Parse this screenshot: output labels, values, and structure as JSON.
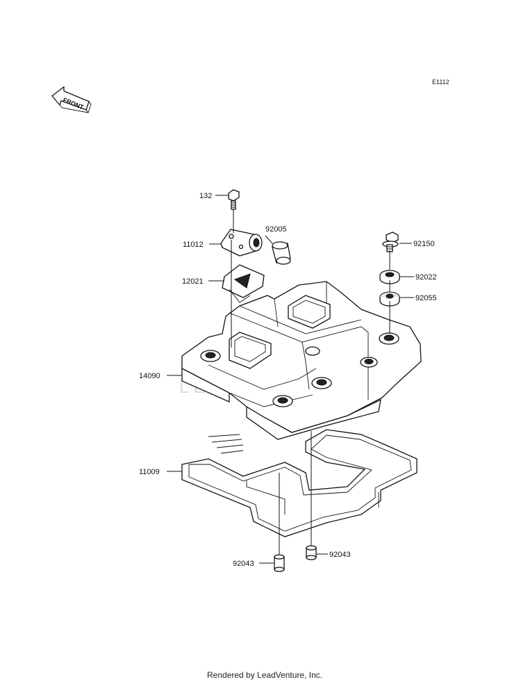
{
  "diagram_code": "E1112",
  "front_label": "FRONT",
  "watermark": "LEADVENTURE",
  "footer": "Rendered by LeadVenture, Inc.",
  "parts": [
    {
      "id": "132",
      "label": "132"
    },
    {
      "id": "11012",
      "label": "11012"
    },
    {
      "id": "92005",
      "label": "92005"
    },
    {
      "id": "12021",
      "label": "12021"
    },
    {
      "id": "92150",
      "label": "92150"
    },
    {
      "id": "92022",
      "label": "92022"
    },
    {
      "id": "92055",
      "label": "92055"
    },
    {
      "id": "14090",
      "label": "14090"
    },
    {
      "id": "11009",
      "label": "11009"
    },
    {
      "id": "92043a",
      "label": "92043"
    },
    {
      "id": "92043b",
      "label": "92043"
    }
  ]
}
